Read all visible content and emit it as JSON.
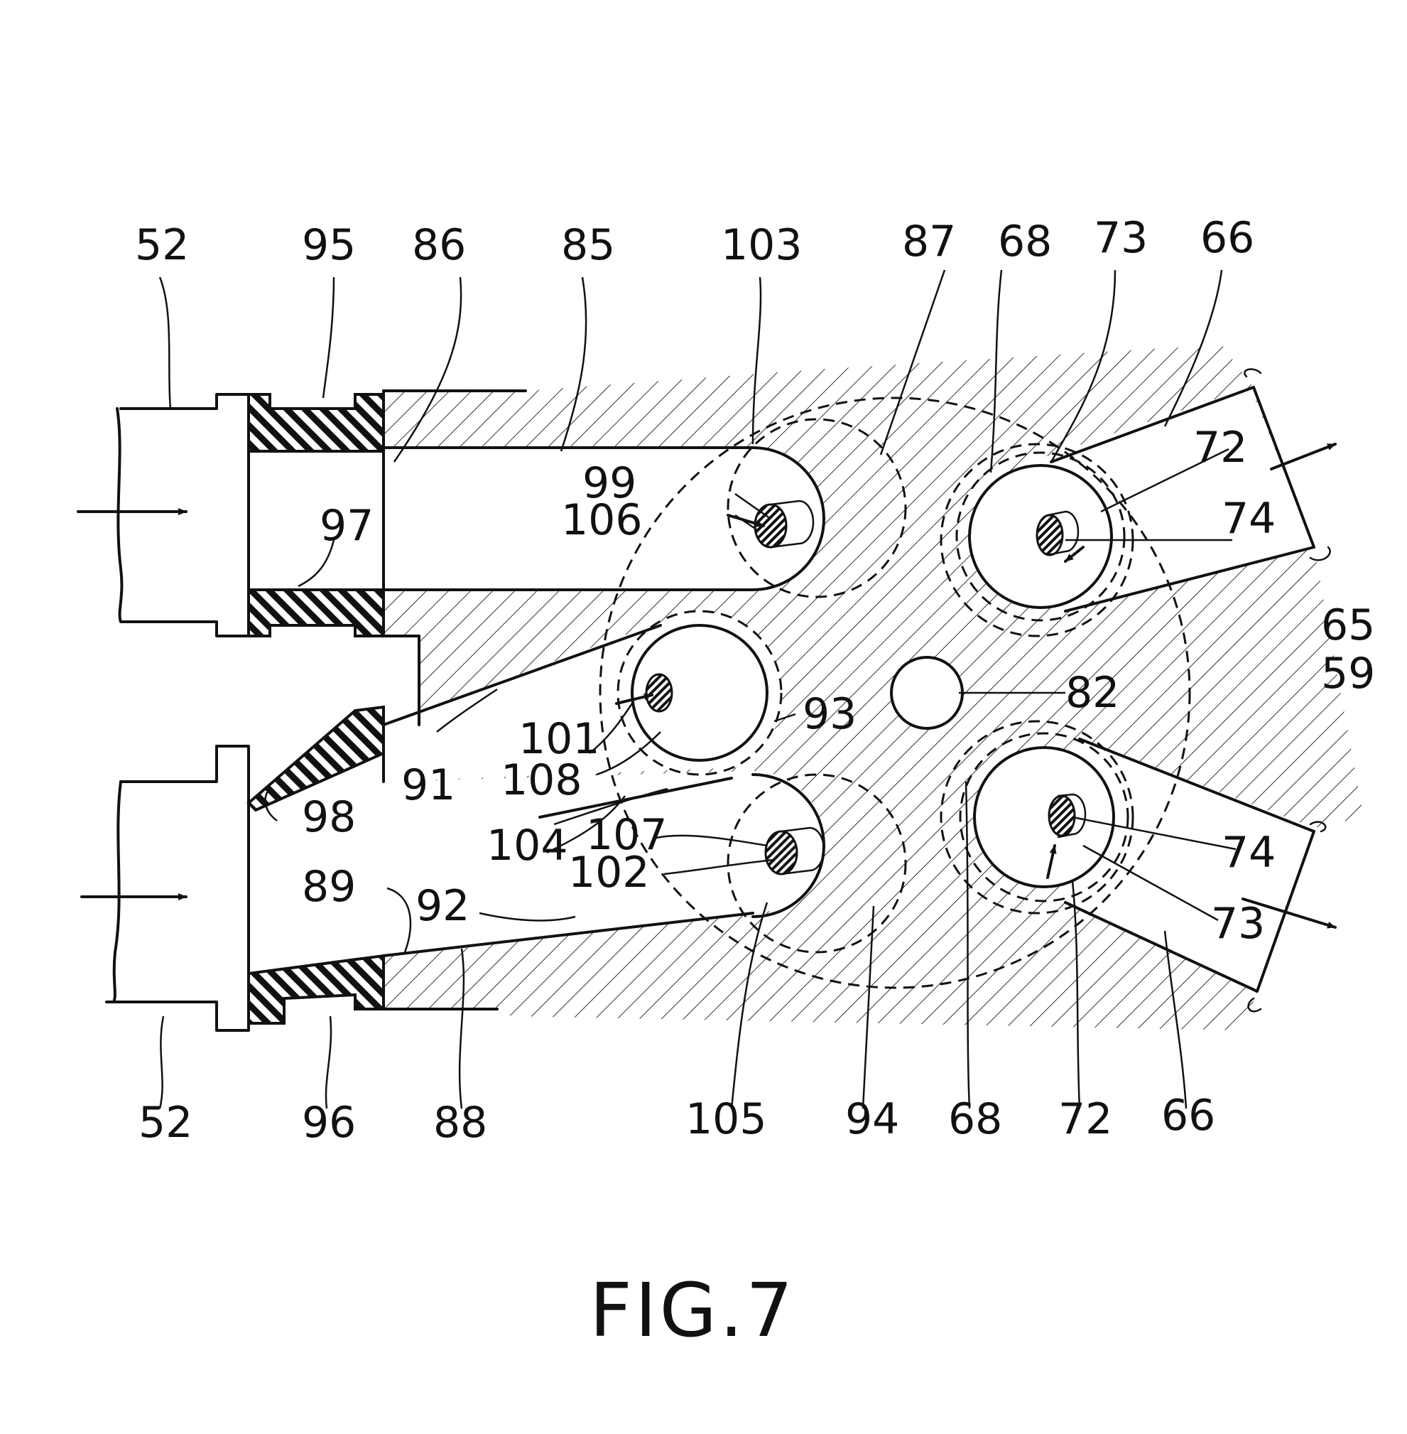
{
  "figure": {
    "caption": "FIG.7",
    "reference_numerals": {
      "top": [
        "52",
        "95",
        "86",
        "85",
        "103",
        "87",
        "68",
        "73",
        "66"
      ],
      "bottom": [
        "52",
        "96",
        "88",
        "105",
        "94",
        "68",
        "72",
        "66"
      ],
      "interior": [
        "97",
        "99",
        "106",
        "72",
        "74",
        "65",
        "59",
        "82",
        "93",
        "101",
        "108",
        "91",
        "98",
        "104",
        "107",
        "102",
        "89",
        "92",
        "74",
        "73"
      ]
    }
  }
}
